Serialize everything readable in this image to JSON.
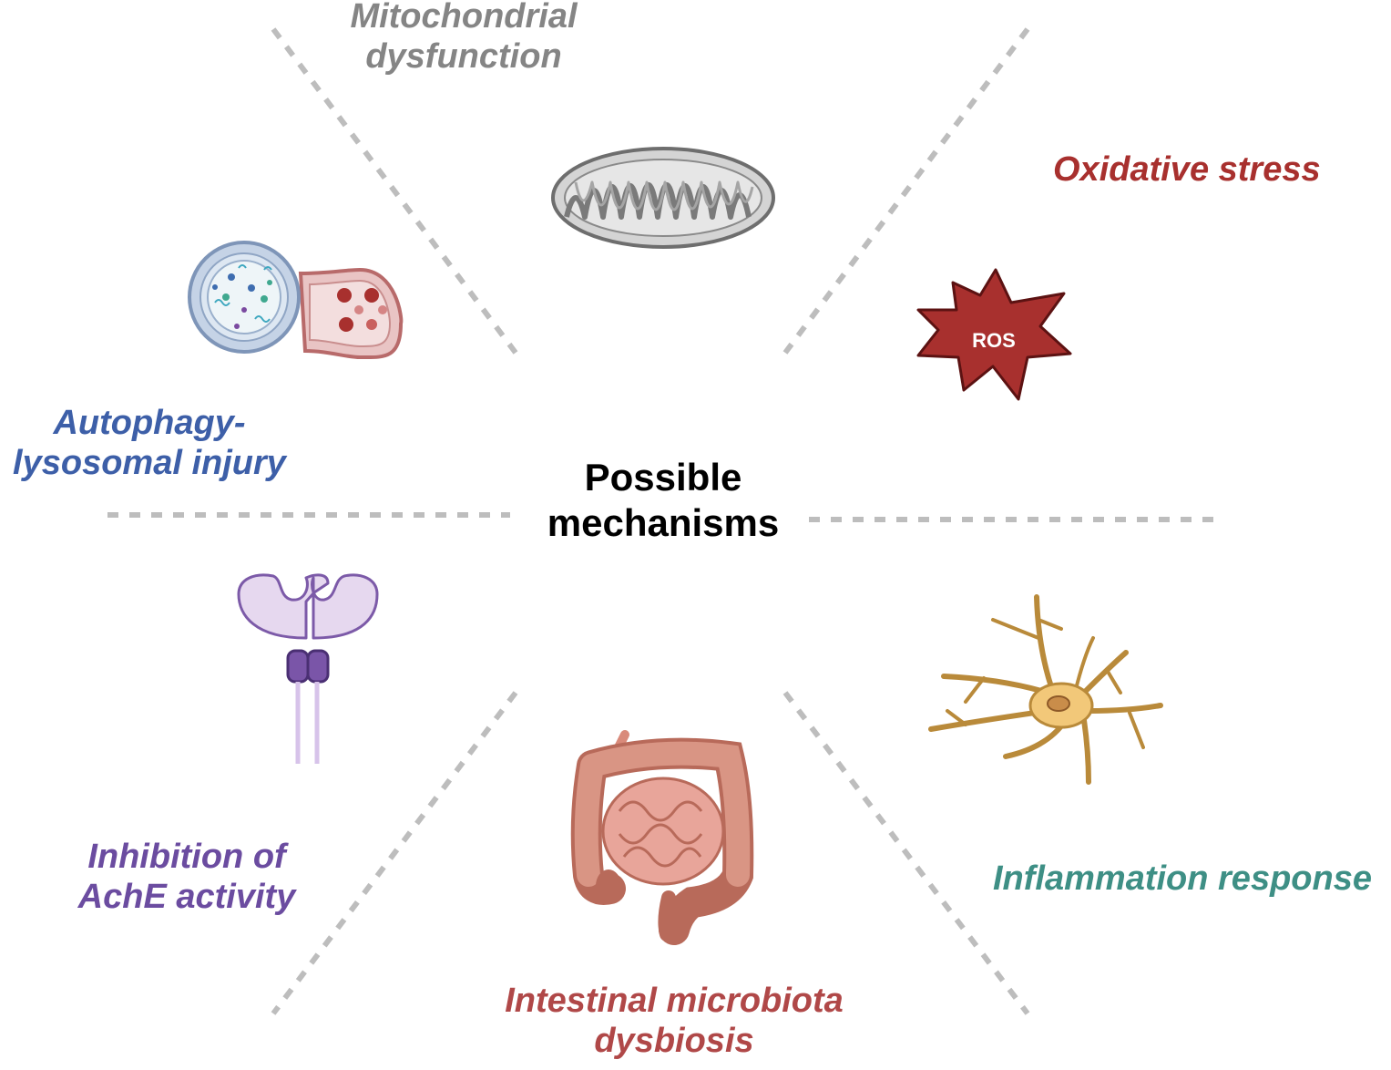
{
  "title": {
    "line1": "Possible",
    "line2": "mechanisms"
  },
  "mechanisms": [
    {
      "id": "mitochondrial",
      "line1": "Mitochondrial",
      "line2": "dysfunction",
      "color": "#858585",
      "icon": "mitochondrion-icon"
    },
    {
      "id": "oxidative",
      "line1": "Oxidative stress",
      "color": "#A8302E",
      "icon": "ros-burst-icon",
      "badge": "ROS"
    },
    {
      "id": "autophagy",
      "line1": "Autophagy-",
      "line2": "lysosomal injury",
      "color": "#3D5FA8",
      "icon": "autophagolysosome-icon"
    },
    {
      "id": "inflammation",
      "line1": "Inflammation response",
      "color": "#3E8F85",
      "icon": "glial-cell-icon"
    },
    {
      "id": "ache",
      "line1": "Inhibition of",
      "line2": "AchE activity",
      "color": "#6B4CA0",
      "icon": "ache-enzyme-icon"
    },
    {
      "id": "intestinal",
      "line1": "Intestinal microbiota",
      "line2": "dysbiosis",
      "color": "#B04848",
      "icon": "intestine-icon"
    }
  ],
  "divider_color": "#BDBDBD"
}
